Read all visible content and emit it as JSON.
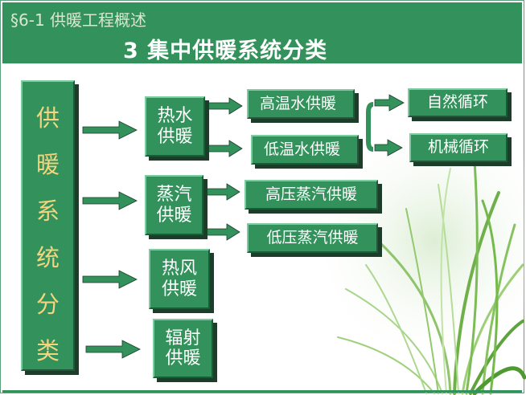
{
  "header": {
    "section_label": "§6-1 供暖工程概述",
    "title": "3 集中供暖系统分类"
  },
  "root": {
    "chars": [
      "供",
      "暖",
      "系",
      "统",
      "分",
      "类"
    ]
  },
  "categories": [
    {
      "label_lines": [
        "热水",
        "供暖"
      ]
    },
    {
      "label_lines": [
        "蒸汽",
        "供暖"
      ]
    },
    {
      "label_lines": [
        "热风",
        "供暖"
      ]
    },
    {
      "label_lines": [
        "辐射",
        "供暖"
      ]
    }
  ],
  "subtypes": {
    "hot_water_high": "高温水供暖",
    "hot_water_low": "低温水供暖",
    "steam_high": "高压蒸汽供暖",
    "steam_low": "低压蒸汽供暖"
  },
  "circulation": {
    "natural": "自然循环",
    "mechanical": "机械循环"
  },
  "colors": {
    "box_green": "#33915b",
    "root_text": "#f2d57e",
    "shadow": "#1c3d2a"
  }
}
